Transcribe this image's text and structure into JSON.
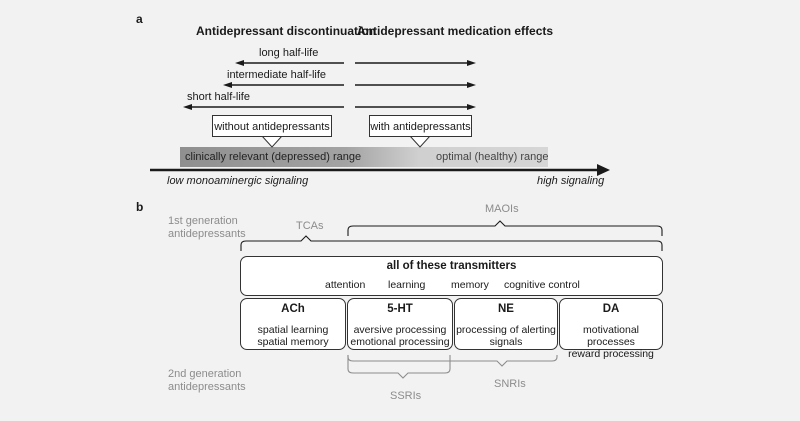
{
  "panel_a": {
    "label": "a",
    "header_left": "Antidepressant discontinuation",
    "header_right": "Antidepressant medication effects",
    "half_lives": [
      "long half-life",
      "intermediate half-life",
      "short half-life"
    ],
    "callout_without": "without antidepressants",
    "callout_with": "with antidepressants",
    "range_left": "clinically relevant (depressed) range",
    "range_right": "optimal (healthy) range",
    "axis_low": "low monoaminergic signaling",
    "axis_high": "high signaling"
  },
  "panel_b": {
    "label": "b",
    "gen1": "1st generation antidepressants",
    "gen1_line1": "1st generation",
    "gen1_line2": "antidepressants",
    "tcas": "TCAs",
    "maois": "MAOIs",
    "all_transmitters": "all of these transmitters",
    "functions": [
      "attention",
      "learning",
      "memory",
      "cognitive control"
    ],
    "transmitters": [
      {
        "name": "ACh",
        "line1": "spatial learning",
        "line2": "spatial memory"
      },
      {
        "name": "5-HT",
        "line1": "aversive processing",
        "line2": "emotional processing"
      },
      {
        "name": "NE",
        "line1": "processing of alerting",
        "line2": "signals"
      },
      {
        "name": "DA",
        "line1": "motivational processes",
        "line2": "reward processing"
      }
    ],
    "gen2_line1": "2nd generation",
    "gen2_line2": "antidepressants",
    "ssris": "SSRIs",
    "snris": "SNRIs"
  },
  "colors": {
    "text": "#1a1a1a",
    "gray_label": "#8c8c8c",
    "range_dark": "#8f8f8f",
    "range_light": "#d4d4d4"
  }
}
